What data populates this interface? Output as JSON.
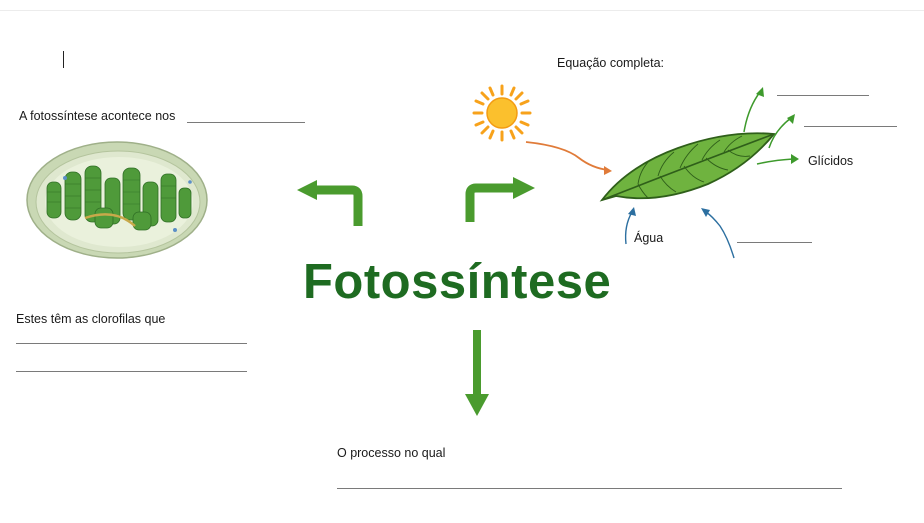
{
  "document": {
    "title": "Fotossíntese",
    "prompt_location": "A fotossíntese acontece nos",
    "prompt_chlorophyll": "Estes têm as clorofilas que",
    "prompt_process": "O processo no qual",
    "equation_heading": "Equação completa:",
    "label_glucides": "Glícidos",
    "label_water": "Água"
  },
  "colors": {
    "title_green": "#1e6b21",
    "arrow_green": "#4a9b2e",
    "sun_orange": "#f7a21b",
    "water_blue": "#2c6fa0",
    "light_arrow": "#e07b39"
  },
  "icons": [
    "chloroplast-image",
    "sun-icon",
    "leaf-image"
  ]
}
